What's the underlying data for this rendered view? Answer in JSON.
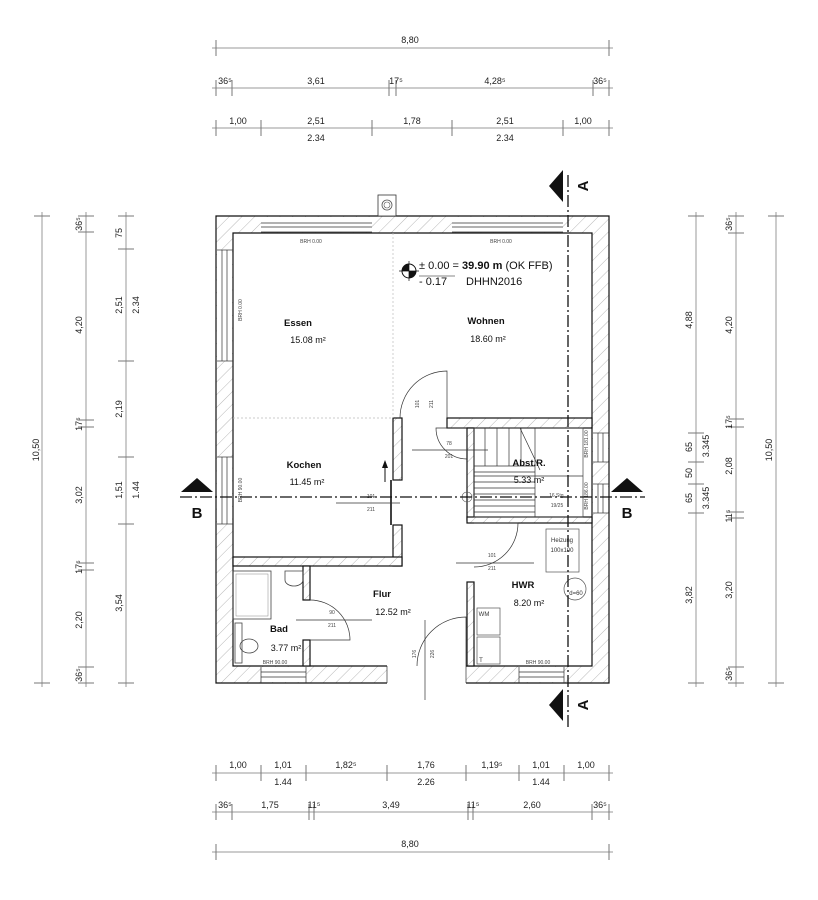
{
  "dimensions": {
    "top": {
      "overall": "8,80",
      "walls": [
        "36⁵",
        "3,61",
        "17⁵",
        "4,28⁵",
        "36⁵"
      ],
      "openings": [
        "1,00",
        "2,51",
        "1,78",
        "2,51",
        "1,00"
      ],
      "opening_heights": [
        "2.34",
        "2.34"
      ]
    },
    "bottom": {
      "openings": [
        "1,00",
        "1,01",
        "1,82⁵",
        "1,76",
        "1,19⁵",
        "1,01",
        "1,00"
      ],
      "opening_heights": [
        "1.44",
        "2.26",
        "1.44"
      ],
      "walls": [
        "36⁵",
        "1,75",
        "11⁵",
        "3,49",
        "11⁵",
        "2,60",
        "36⁵"
      ],
      "overall": "8,80"
    },
    "left": {
      "overall": "10,50",
      "walls": [
        "36⁵",
        "4,20",
        "17⁵",
        "3,02",
        "17⁵",
        "2,20",
        "36⁵"
      ],
      "openings": [
        "75",
        "2,51",
        "2,19",
        "1,51",
        "3,54"
      ],
      "opening_heights": [
        "2.34",
        "1.44"
      ]
    },
    "right": {
      "openings": [
        "4,88",
        "65",
        "50",
        "65",
        "3,82"
      ],
      "opening_heights": [
        "3.345",
        "3.345"
      ],
      "walls": [
        "36⁵",
        "4,20",
        "17⁵",
        "2,08",
        "11⁵",
        "3,20",
        "36⁵"
      ],
      "overall": "10,50"
    }
  },
  "rooms": [
    {
      "name": "Essen",
      "area": "15.08 m²"
    },
    {
      "name": "Wohnen",
      "area": "18.60 m²"
    },
    {
      "name": "Kochen",
      "area": "11.45 m²"
    },
    {
      "name": "Abst.R.",
      "area": "5.33 m²"
    },
    {
      "name": "Flur",
      "area": "12.52 m²"
    },
    {
      "name": "HWR",
      "area": "8.20 m²"
    },
    {
      "name": "Bad",
      "area": "3.77 m²"
    }
  ],
  "elevation": {
    "prefix": "± 0.00 = ",
    "value": "39.90 m",
    "suffix": " (OK FFB)",
    "offset": "- 0.17",
    "datum": "DHHN2016"
  },
  "sill_heights": {
    "essen_top": "BRH 0.00",
    "wohnen_top": "BRH 0.00",
    "essen_left": "BRH 0.00",
    "kochen_left": "BRH 90.00",
    "bad_bottom": "BRH 90.00",
    "hwr_bottom": "BRH 90.00",
    "stair_right_1": "BRH 181.00",
    "stair_right_2": "BRH 186.00"
  },
  "doors": {
    "wohnen": [
      "101",
      "211"
    ],
    "abstr": [
      "78",
      "201"
    ],
    "kochen": [
      "101",
      "211"
    ],
    "hwr": [
      "101",
      "211"
    ],
    "bad": [
      "90",
      "211"
    ],
    "entrance": [
      "176",
      "226"
    ]
  },
  "stairs": {
    "steps": "16 Stg.",
    "ratio": "19/25"
  },
  "equipment": {
    "heating": "Heizung",
    "heating_size": "100x100",
    "tank": "d=60",
    "washer": "WM",
    "dryer": "T"
  },
  "sections": {
    "a": "A",
    "b": "B"
  }
}
